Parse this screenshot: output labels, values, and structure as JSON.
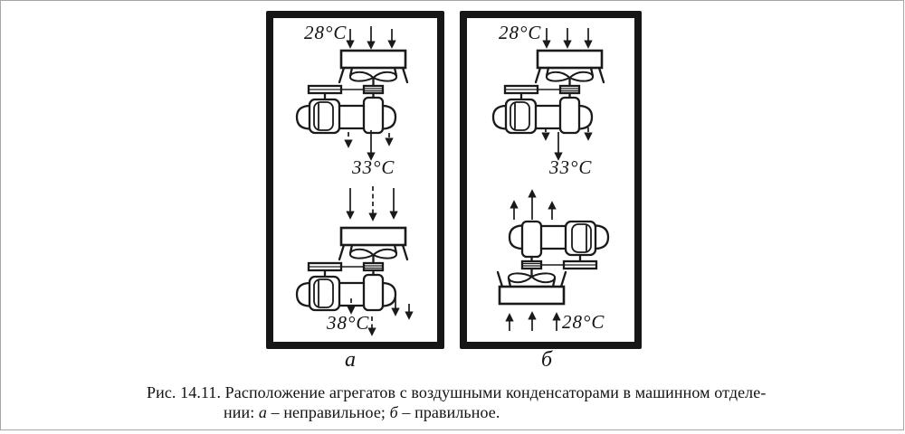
{
  "page": {
    "figure": {
      "panel_a": {
        "label": "а",
        "temp_in": "28°C",
        "temp_mid": "33°C",
        "temp_out": "38°C"
      },
      "panel_b": {
        "label": "б",
        "temp_in": "28°C",
        "temp_mid": "33°C",
        "temp_out": "28°C"
      }
    },
    "caption": {
      "line1": "Рис. 14.11. Расположение агрегатов с воздушными конденсаторами в машинном отделе-",
      "line2_prefix": "нии: ",
      "line2_item_a": "а",
      "line2_text_a": " – неправильное; ",
      "line2_item_b": "б",
      "line2_text_b": " – правильное."
    },
    "colors": {
      "ink": "#1a1a1a",
      "page_frame_gray": "#a6a6a6",
      "background": "#ffffff"
    }
  }
}
